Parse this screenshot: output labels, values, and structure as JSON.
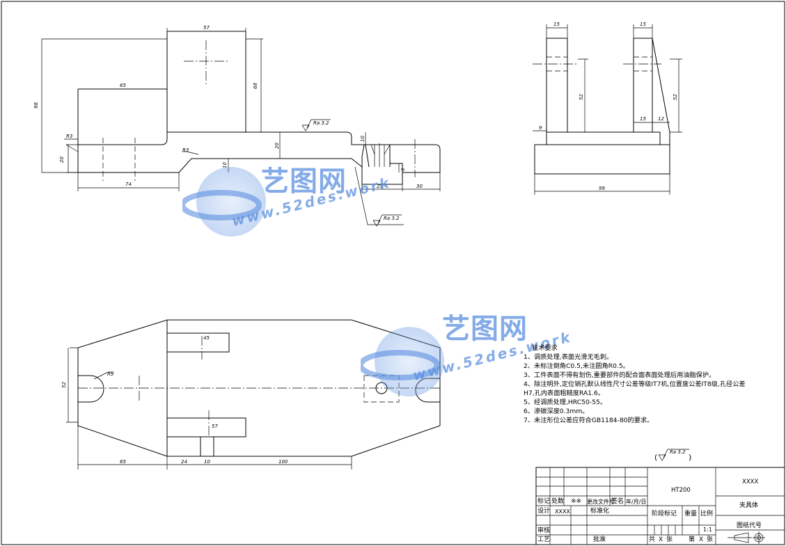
{
  "drawing": {
    "front_view_dims": {
      "d57": "57",
      "d68": "68",
      "d98": "98",
      "d65": "65",
      "d20a": "20",
      "d20b": "20",
      "d10a": "10",
      "d10b": "10",
      "d74": "74",
      "d25": "25",
      "d30": "30",
      "d6": "6",
      "r3a": "R3",
      "r3b": "R3",
      "ra1": "Ra 3.2",
      "ra2": "Ra 3.2"
    },
    "side_view_dims": {
      "d15a": "15",
      "d15b": "15",
      "d52a": "52",
      "d52b": "52",
      "d9": "9",
      "d15c": "15",
      "d12": "12",
      "d99": "99"
    },
    "top_view_dims": {
      "d45": "45",
      "d57": "57",
      "r9": "R9",
      "d52": "52",
      "d65": "65",
      "d24": "24",
      "d10": "10",
      "d100": "100"
    },
    "roughness_symbol": "Ra 3.2"
  },
  "notes": {
    "title": "技术要求",
    "items": [
      "1、调质处理,表面光滑无毛刺。",
      "2、未标注倒角C0.5,未注圆角R0.5。",
      "3、工件表面不得有划伤,重要部件的配合面表面处理后用油脂保护。",
      "4、除注明外,定位销孔默认线性尺寸公差等级IT7机,位置度公差IT8级,孔径公差",
      "H7,孔内表面粗糙度RA1.6。",
      "5、经调质处理,HRC50-55。",
      "6、渗碳深度0.3mm。",
      "7、未注形位公差应符合GB1184-80的要求。"
    ]
  },
  "title_block": {
    "biaoji": "标记",
    "chushu": "处数",
    "xx": "※※",
    "gengai": "更改文件号",
    "qianming": "签名",
    "riqi": "年/月/日",
    "sheji": "设计",
    "sheji_val": "XXXX",
    "biaozhunhua": "标准化",
    "shenhe": "审核",
    "gongyi": "工艺",
    "pizhun": "批准",
    "material": "HT200",
    "jieduan": "阶段标记",
    "zhongliang": "重量",
    "bili": "比例",
    "bili_val": "1:1",
    "gong": "共",
    "gong_x": "X",
    "zhang1": "张",
    "di": "第",
    "di_x": "X",
    "zhang2": "张",
    "company": "XXXX",
    "part_name": "夹具体",
    "drawing_no": "图纸代号"
  },
  "watermark": {
    "brand": "艺图网",
    "url": "www.52des.work"
  }
}
